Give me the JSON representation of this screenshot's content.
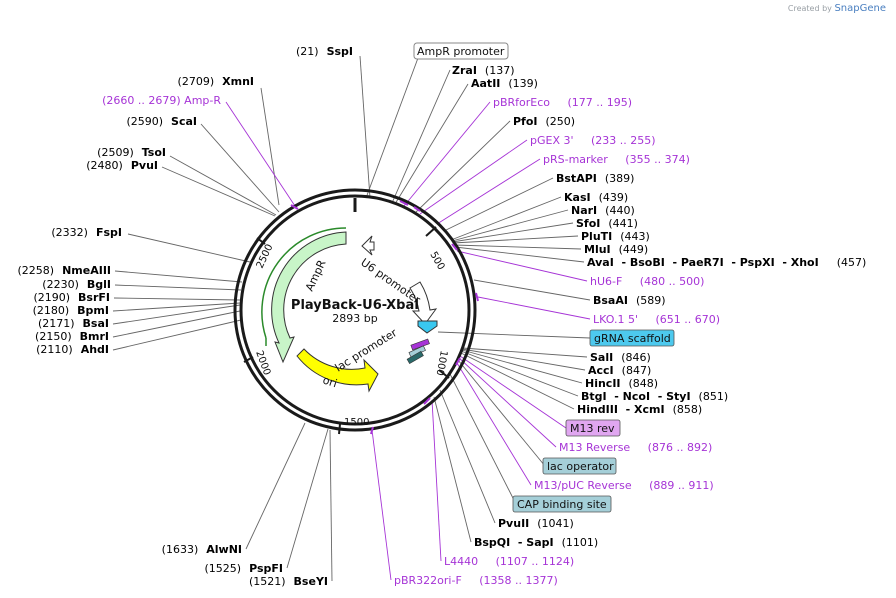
{
  "watermark": {
    "prefix": "Created by",
    "brand": "SnapGene"
  },
  "plasmid": {
    "name": "PlayBack-U6-XbaI",
    "length": "2893 bp"
  },
  "colors": {
    "backbone": "#1a1a1a",
    "site_line": "#666666",
    "primer": "#a634d6",
    "ampr": "#c8f5c8",
    "ori": "#ffff00",
    "promoter": "#ffffff",
    "scaffold": "#39c8f0",
    "gRNA_box": "#4dc9ee",
    "m13_box": "#e0a6f0",
    "lacop_box": "#a5cfd8",
    "cap_box": "#a5cfd8"
  },
  "ticks": [
    "500",
    "1000",
    "1500",
    "2000",
    "2500"
  ],
  "features": {
    "ampr": "AmpR",
    "ori": "ori",
    "u6": "U6 promoter",
    "lac": "lac promoter",
    "ampr_promoter": "AmpR promoter"
  },
  "labels_left": [
    {
      "id": "sspi",
      "pos": "(21)",
      "name": "SspI"
    },
    {
      "id": "xmni",
      "pos": "(2709)",
      "name": "XmnI"
    },
    {
      "id": "ampr-primer",
      "text": "(2660 .. 2679)  Amp-R"
    },
    {
      "id": "scai",
      "pos": "(2590)",
      "name": "ScaI"
    },
    {
      "id": "tsoi",
      "pos": "(2509)",
      "name": "TsoI"
    },
    {
      "id": "pvui",
      "pos": "(2480)",
      "name": "PvuI"
    },
    {
      "id": "fspi",
      "pos": "(2332)",
      "name": "FspI"
    },
    {
      "id": "nmeaiii",
      "pos": "(2258)",
      "name": "NmeAIII"
    },
    {
      "id": "bgli",
      "pos": "(2230)",
      "name": "BglI"
    },
    {
      "id": "bsrfi",
      "pos": "(2190)",
      "name": "BsrFI"
    },
    {
      "id": "bpmi",
      "pos": "(2180)",
      "name": "BpmI"
    },
    {
      "id": "bsai",
      "pos": "(2171)",
      "name": "BsaI"
    },
    {
      "id": "bmri",
      "pos": "(2150)",
      "name": "BmrI"
    },
    {
      "id": "ahdi",
      "pos": "(2110)",
      "name": "AhdI"
    },
    {
      "id": "alwni",
      "pos": "(1633)",
      "name": "AlwNI"
    },
    {
      "id": "pspfi",
      "pos": "(1525)",
      "name": "PspFI"
    },
    {
      "id": "bseyi",
      "pos": "(1521)",
      "name": "BseYI"
    }
  ],
  "labels_right": [
    {
      "id": "zrai",
      "name": "ZraI",
      "pos": "(137)"
    },
    {
      "id": "aatii",
      "name": "AatII",
      "pos": "(139)"
    },
    {
      "id": "pbrforeco",
      "text": "pBRforEco     (177 .. 195)"
    },
    {
      "id": "pfoi",
      "name": "PfoI",
      "pos": "(250)"
    },
    {
      "id": "pgex3",
      "text": "pGEX 3'     (233 .. 255)"
    },
    {
      "id": "prsmarker",
      "text": "pRS-marker     (355 .. 374)"
    },
    {
      "id": "bstapi",
      "name": "BstAPI",
      "pos": "(389)"
    },
    {
      "id": "kasi",
      "name": "KasI",
      "pos": "(439)"
    },
    {
      "id": "nari",
      "name": "NarI",
      "pos": "(440)"
    },
    {
      "id": "sfoi",
      "name": "SfoI",
      "pos": "(441)"
    },
    {
      "id": "pluti",
      "name": "PluTI",
      "pos": "(443)"
    },
    {
      "id": "mlui",
      "name": "MluI",
      "pos": "(449)"
    },
    {
      "id": "ava",
      "name": "AvaI  - BsoBI  - PaeR7I  - PspXI  - XhoI",
      "pos": "(457)"
    },
    {
      "id": "hu6f",
      "text": "hU6-F     (480 .. 500)"
    },
    {
      "id": "bsaai",
      "name": "BsaAI",
      "pos": "(589)"
    },
    {
      "id": "lko15",
      "text": "LKO.1 5'     (651 .. 670)"
    },
    {
      "id": "sali",
      "name": "SalI",
      "pos": "(846)"
    },
    {
      "id": "acci",
      "name": "AccI",
      "pos": "(847)"
    },
    {
      "id": "hincii",
      "name": "HincII",
      "pos": "(848)"
    },
    {
      "id": "btgi",
      "name": "BtgI  - NcoI  - StyI",
      "pos": "(851)"
    },
    {
      "id": "hindiii",
      "name": "HindIII  - XcmI",
      "pos": "(858)"
    },
    {
      "id": "m13reverse",
      "text": "M13 Reverse     (876 .. 892)"
    },
    {
      "id": "m13puc",
      "text": "M13/pUC Reverse     (889 .. 911)"
    },
    {
      "id": "pvuii",
      "name": "PvuII",
      "pos": "(1041)"
    },
    {
      "id": "bspqi",
      "name": "BspQI  - SapI",
      "pos": "(1101)"
    },
    {
      "id": "l4440",
      "text": "L4440     (1107 .. 1124)"
    },
    {
      "id": "pbr322orif",
      "text": "pBR322ori-F     (1358 .. 1377)"
    }
  ],
  "boxes": {
    "gRNA": "gRNA scaffold",
    "m13rev": "M13 rev",
    "lacop": "lac operator",
    "cap": "CAP binding site"
  }
}
